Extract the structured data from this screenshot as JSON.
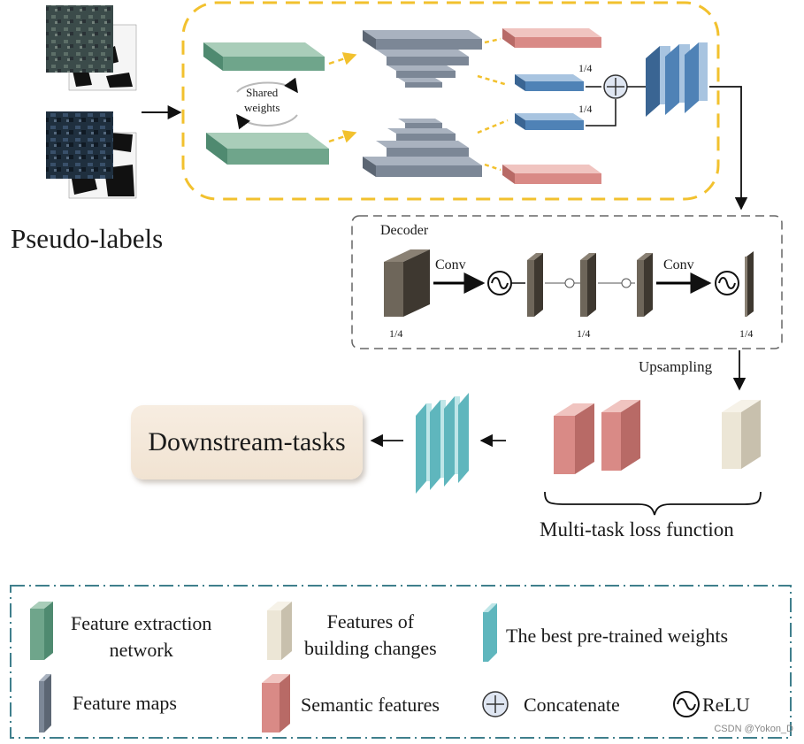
{
  "labels": {
    "pseudo_labels": "Pseudo-labels",
    "shared_weights_line1": "Shared",
    "shared_weights_line2": "weights",
    "quarter": "1/4",
    "decoder": "Decoder",
    "conv": "Conv",
    "upsampling": "Upsampling",
    "downstream": "Downstream-tasks",
    "multi_task_loss": "Multi-task loss function"
  },
  "legend": {
    "feature_extraction_line1": "Feature extraction",
    "feature_extraction_line2": "network",
    "building_changes_line1": "Features of",
    "building_changes_line2": "building changes",
    "best_weights": "The best pre-trained weights",
    "feature_maps": "Feature maps",
    "semantic_features": "Semantic features",
    "concatenate": "Concatenate",
    "relu": "ReLU"
  },
  "watermark": "CSDN @Yokon_D",
  "colors": {
    "encoder_green": "#6fa58b",
    "feature_map_gray": "#7c8796",
    "semantic_red": "#d98a86",
    "blue_feature": "#4f82b6",
    "decoder_brown": "#5f574c",
    "building_beige": "#ece6d6",
    "best_weights_teal": "#5fb6bd",
    "dashed_yellow": "#f2c12e",
    "dashed_gray": "#666666",
    "legend_border": "#3f7f8c"
  }
}
